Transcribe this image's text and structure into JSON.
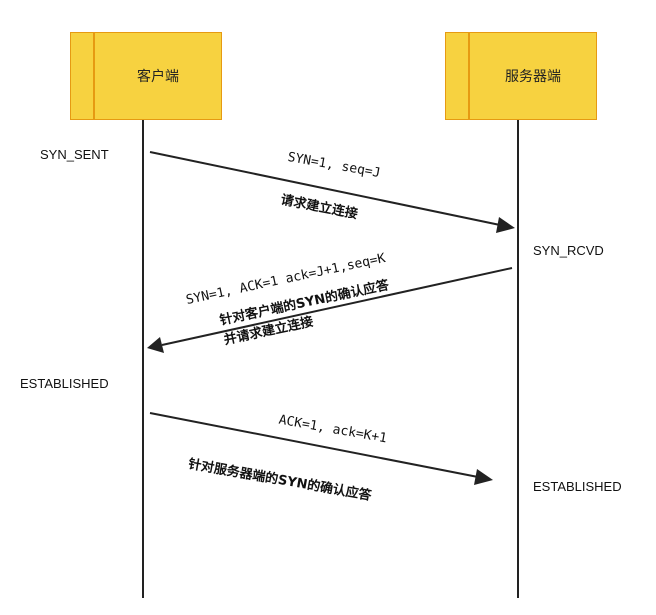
{
  "participants": {
    "client": {
      "label": "客户端"
    },
    "server": {
      "label": "服务器端"
    }
  },
  "states": {
    "client_syn_sent": "SYN_SENT",
    "server_syn_rcvd": "SYN_RCVD",
    "client_established": "ESTABLISHED",
    "server_established": "ESTABLISHED"
  },
  "messages": [
    {
      "params": "SYN=1, seq=J",
      "description": [
        "请求建立连接"
      ]
    },
    {
      "params": "SYN=1, ACK=1  ack=J+1,seq=K",
      "description": [
        "针对客户端的SYN的确认应答",
        "并请求建立连接"
      ]
    },
    {
      "params": "ACK=1, ack=K+1",
      "description": [
        "针对服务器端的SYN的确认应答"
      ]
    }
  ],
  "colors": {
    "box_fill": "#f7d240",
    "box_border": "#e69a12",
    "line": "#222222"
  }
}
